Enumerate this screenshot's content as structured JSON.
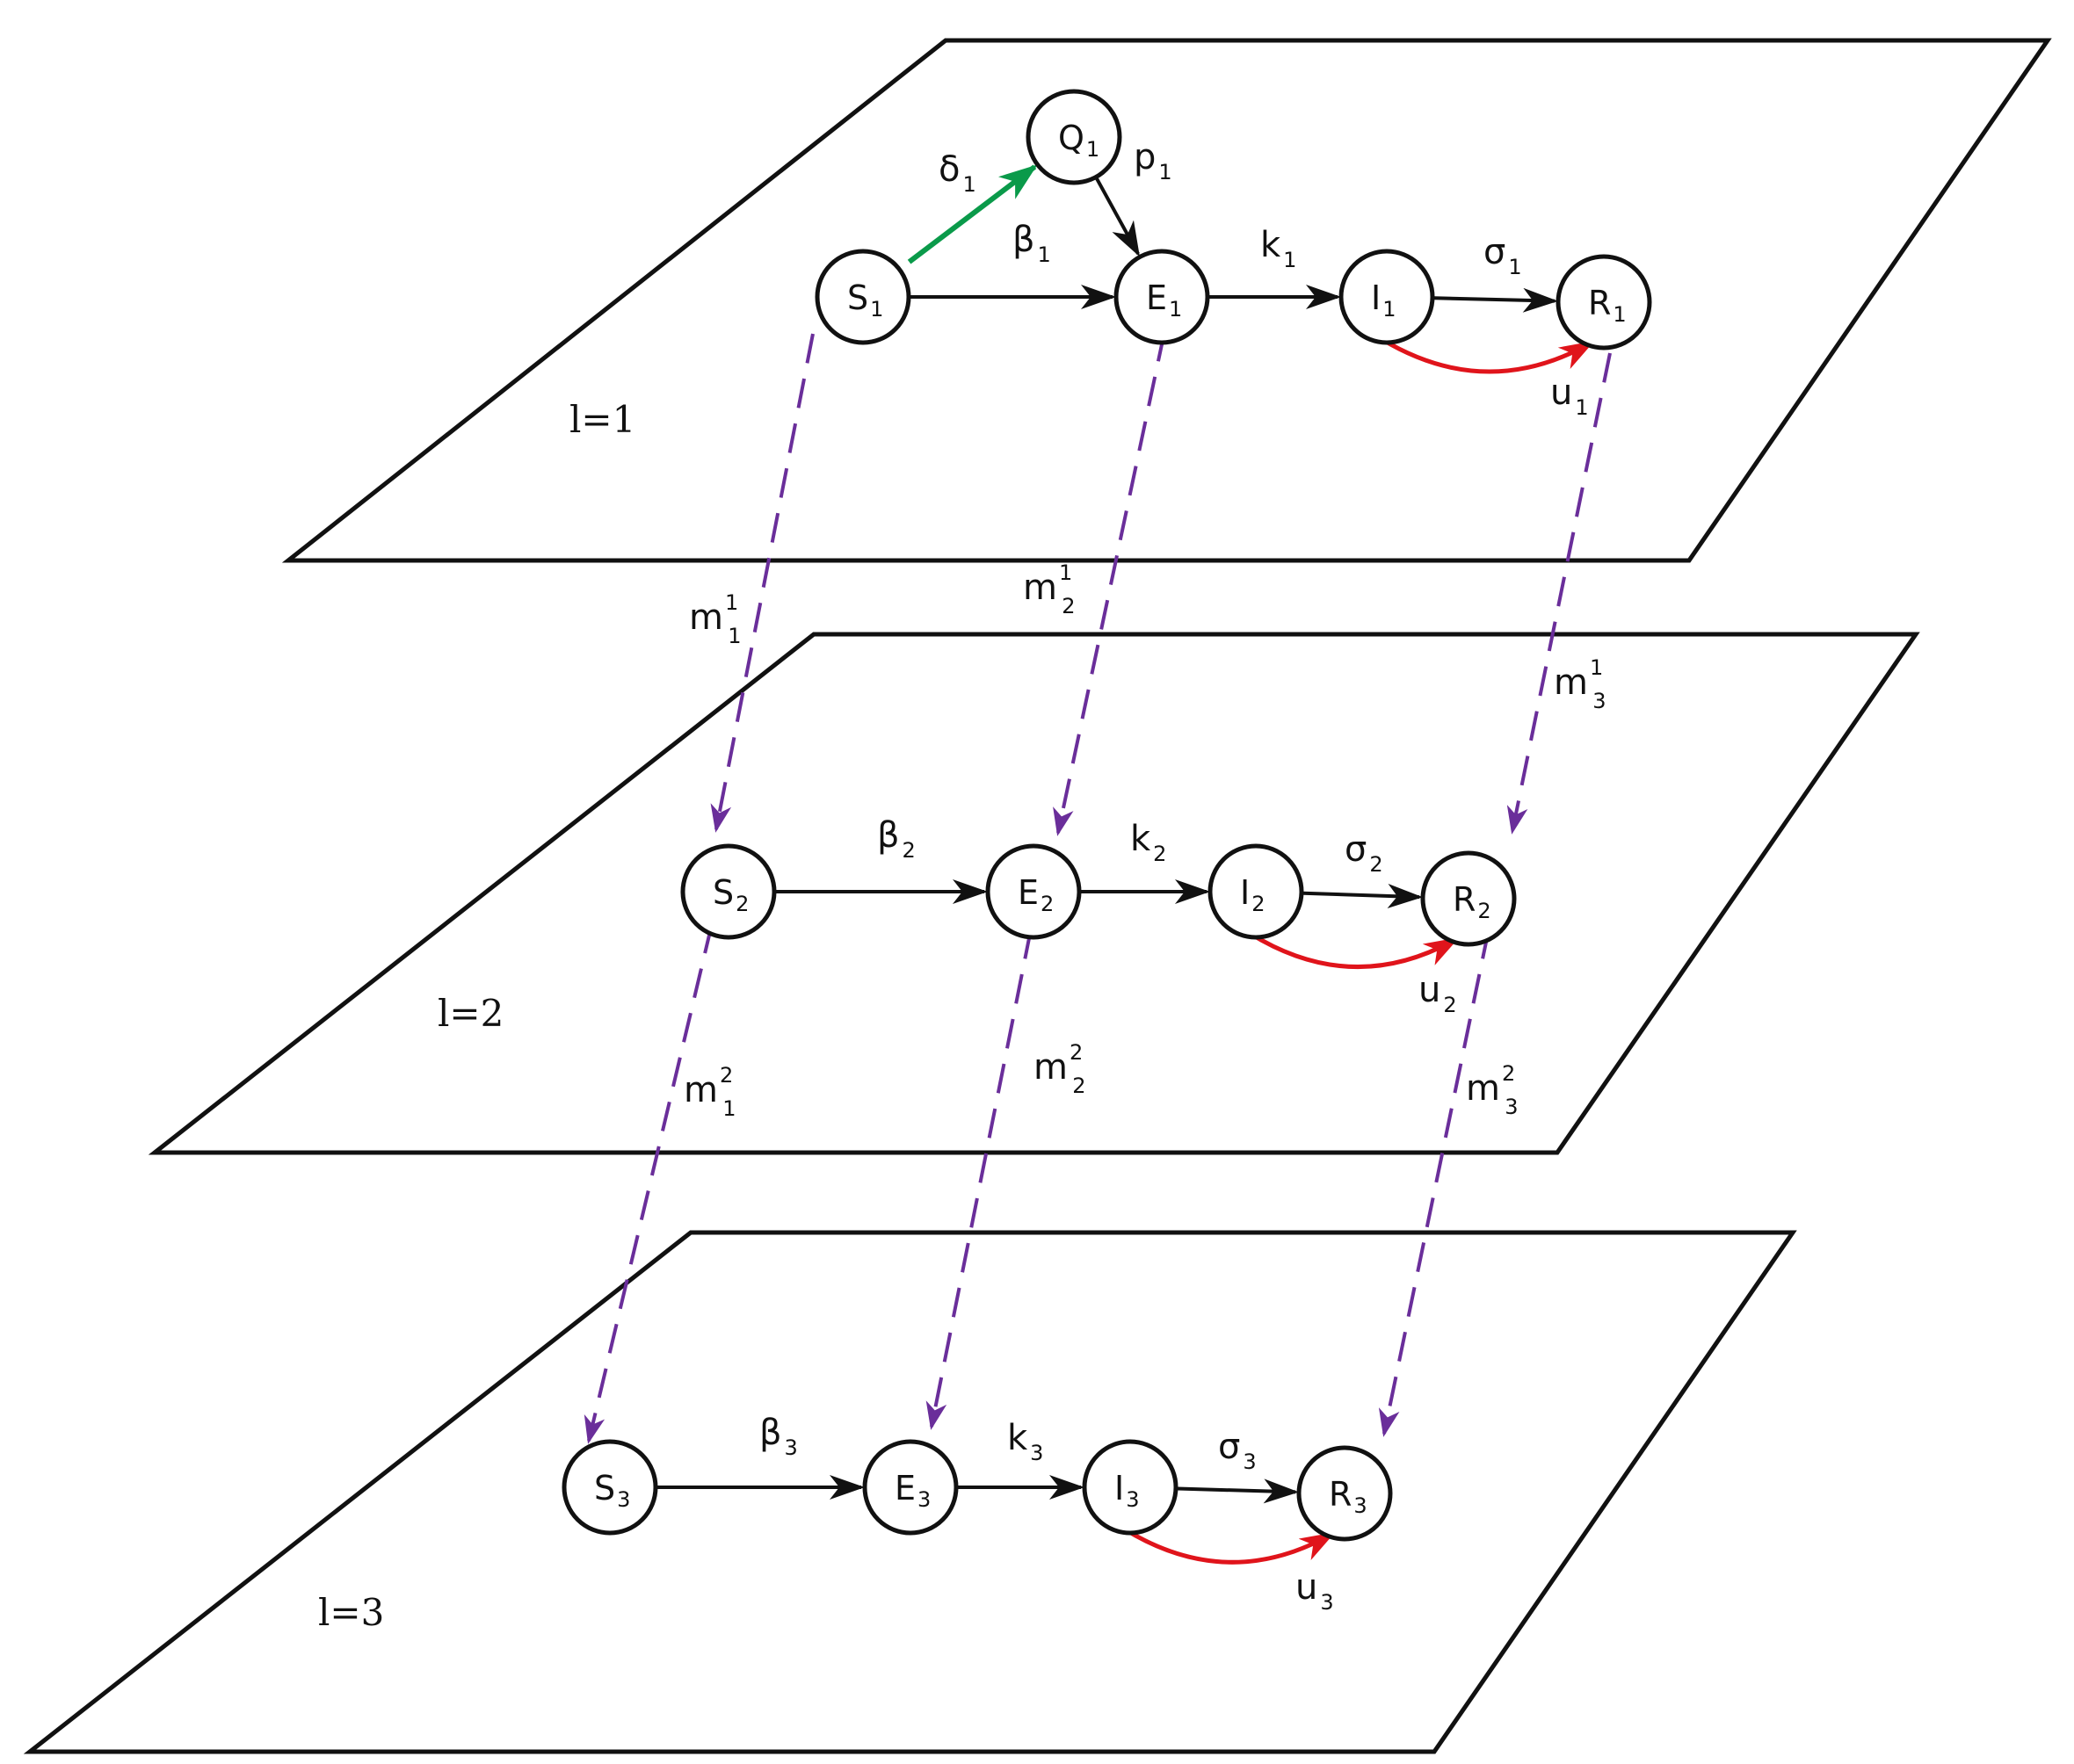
{
  "diagram": {
    "colors": {
      "outline": "#111111",
      "flow": "#111111",
      "quarantine": "#0a9a4a",
      "recovery": "#e0141b",
      "migration": "#6a2e9a"
    },
    "levels": [
      {
        "label": "l=1",
        "nodes": [
          {
            "id": "S",
            "name": "S",
            "sub": "1"
          },
          {
            "id": "Q",
            "name": "Q",
            "sub": "1"
          },
          {
            "id": "E",
            "name": "E",
            "sub": "1"
          },
          {
            "id": "I",
            "name": "I",
            "sub": "1"
          },
          {
            "id": "R",
            "name": "R",
            "sub": "1"
          }
        ],
        "edges": [
          {
            "from": "S",
            "to": "E",
            "sym": "β",
            "sub": "1",
            "kind": "flow"
          },
          {
            "from": "S",
            "to": "Q",
            "sym": "δ",
            "sub": "1",
            "kind": "quarantine"
          },
          {
            "from": "Q",
            "to": "E",
            "sym": "p",
            "sub": "1",
            "kind": "flow"
          },
          {
            "from": "E",
            "to": "I",
            "sym": "k",
            "sub": "1",
            "kind": "flow"
          },
          {
            "from": "I",
            "to": "R",
            "sym": "σ",
            "sub": "1",
            "kind": "flow"
          },
          {
            "from": "I",
            "to": "R",
            "sym": "u",
            "sub": "1",
            "kind": "recovery"
          }
        ]
      },
      {
        "label": "l=2",
        "nodes": [
          {
            "id": "S",
            "name": "S",
            "sub": "2"
          },
          {
            "id": "E",
            "name": "E",
            "sub": "2"
          },
          {
            "id": "I",
            "name": "I",
            "sub": "2"
          },
          {
            "id": "R",
            "name": "R",
            "sub": "2"
          }
        ],
        "edges": [
          {
            "from": "S",
            "to": "E",
            "sym": "β",
            "sub": "2",
            "kind": "flow"
          },
          {
            "from": "E",
            "to": "I",
            "sym": "k",
            "sub": "2",
            "kind": "flow"
          },
          {
            "from": "I",
            "to": "R",
            "sym": "σ",
            "sub": "2",
            "kind": "flow"
          },
          {
            "from": "I",
            "to": "R",
            "sym": "u",
            "sub": "2",
            "kind": "recovery"
          }
        ]
      },
      {
        "label": "l=3",
        "nodes": [
          {
            "id": "S",
            "name": "S",
            "sub": "3"
          },
          {
            "id": "E",
            "name": "E",
            "sub": "3"
          },
          {
            "id": "I",
            "name": "I",
            "sub": "3"
          },
          {
            "id": "R",
            "name": "R",
            "sub": "3"
          }
        ],
        "edges": [
          {
            "from": "S",
            "to": "E",
            "sym": "β",
            "sub": "3",
            "kind": "flow"
          },
          {
            "from": "E",
            "to": "I",
            "sym": "k",
            "sub": "3",
            "kind": "flow"
          },
          {
            "from": "I",
            "to": "R",
            "sym": "σ",
            "sub": "3",
            "kind": "flow"
          },
          {
            "from": "I",
            "to": "R",
            "sym": "u",
            "sub": "3",
            "kind": "recovery"
          }
        ]
      }
    ],
    "migrations": [
      {
        "node": "S",
        "from_level": 1,
        "to_level": 2,
        "sym": "m",
        "sub": "1",
        "sup": "1"
      },
      {
        "node": "E",
        "from_level": 1,
        "to_level": 2,
        "sym": "m",
        "sub": "2",
        "sup": "1"
      },
      {
        "node": "R",
        "from_level": 1,
        "to_level": 2,
        "sym": "m",
        "sub": "3",
        "sup": "1"
      },
      {
        "node": "S",
        "from_level": 2,
        "to_level": 3,
        "sym": "m",
        "sub": "1",
        "sup": "2"
      },
      {
        "node": "E",
        "from_level": 2,
        "to_level": 3,
        "sym": "m",
        "sub": "2",
        "sup": "2"
      },
      {
        "node": "R",
        "from_level": 2,
        "to_level": 3,
        "sym": "m",
        "sub": "3",
        "sup": "2"
      }
    ]
  }
}
